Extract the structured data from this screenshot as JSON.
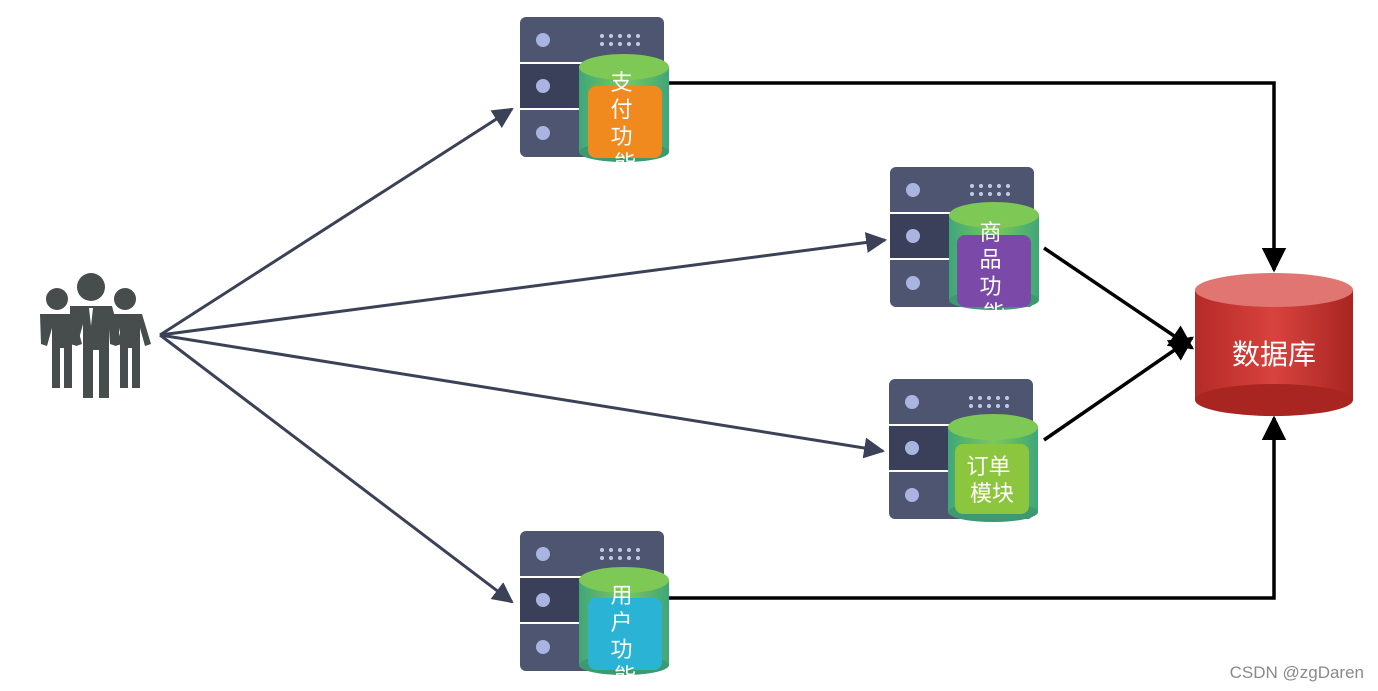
{
  "diagram": {
    "database_label": "数据库",
    "modules": [
      {
        "id": "payment",
        "label_lines": [
          "支",
          "付",
          "功",
          "能"
        ],
        "color": "#f08a1e"
      },
      {
        "id": "goods",
        "label_lines": [
          "商",
          "品",
          "功",
          "能"
        ],
        "color": "#7b4aa8"
      },
      {
        "id": "order",
        "label_lines": [
          "订单",
          "模块"
        ],
        "color": "#8cc63f"
      },
      {
        "id": "user",
        "label_lines": [
          "用",
          "户",
          "功",
          "能"
        ],
        "color": "#2bb3d6"
      }
    ],
    "icons": {
      "users": "users-group-icon",
      "server": "server-rack-icon",
      "database": "database-cylinder-icon"
    },
    "colors": {
      "server": "#4d5570",
      "server_dark": "#3a405a",
      "arrow_user": "#3b4257",
      "arrow_db": "#000000",
      "database": "#c9332f",
      "cylinder_green": "#6fc060"
    }
  },
  "watermark": "CSDN @zgDaren"
}
